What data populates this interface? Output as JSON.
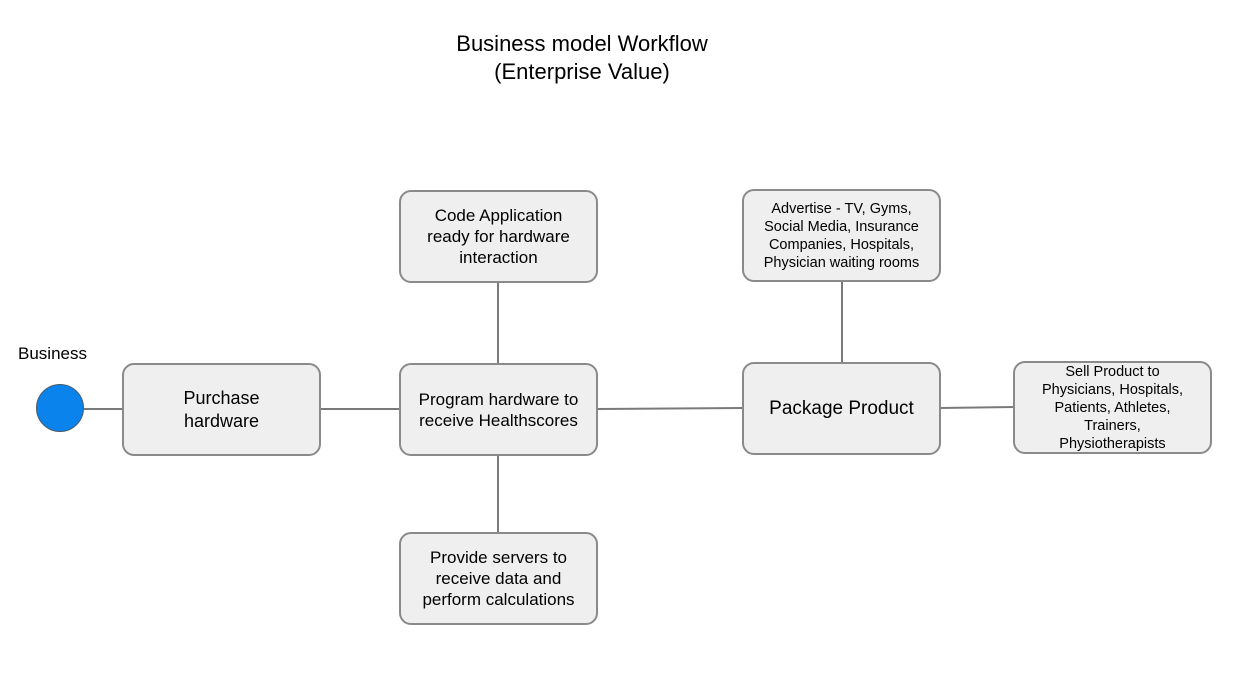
{
  "title": {
    "line1": "Business model Workflow",
    "line2": "(Enterprise Value)"
  },
  "start": {
    "label": "Business",
    "color": "#0a84ec"
  },
  "nodes": {
    "purchase": "Purchase hardware",
    "code_app": "Code Application ready for hardware interaction",
    "program": "Program hardware to receive Healthscores",
    "servers": "Provide servers to receive data and perform calculations",
    "advertise": "Advertise - TV, Gyms, Social Media, Insurance Companies, Hospitals, Physician waiting rooms",
    "package": "Package Product",
    "sell": "Sell Product to Physicians, Hospitals, Patients, Athletes, Trainers, Physiotherapists"
  },
  "colors": {
    "node_fill": "#efefef",
    "node_border": "#8a8a8a",
    "edge": "#7a7a7a"
  }
}
